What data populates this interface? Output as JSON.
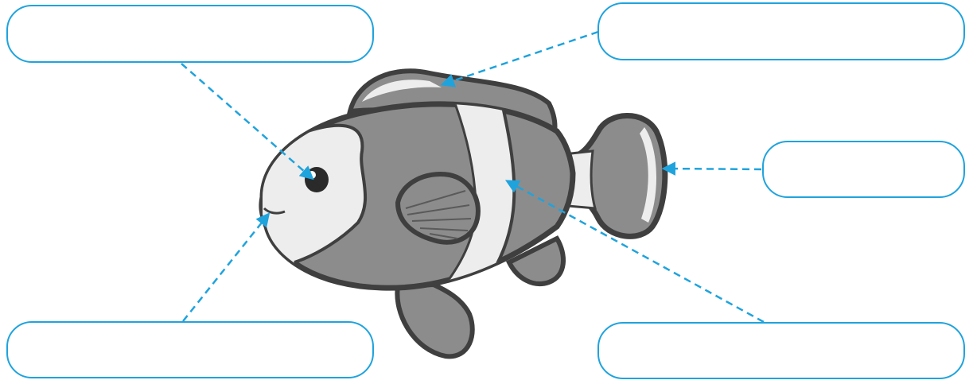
{
  "colors": {
    "pointer": "#1fa3dd",
    "box_border": "#1fa3dd",
    "fish_dark": "#3f3f3f",
    "fish_mid": "#8c8c8c",
    "fish_light": "#ededed"
  },
  "illustration": {
    "subject": "clownfish",
    "icon": "fish-icon"
  },
  "label_boxes": [
    {
      "id": "top-left",
      "text": ""
    },
    {
      "id": "top-right",
      "text": ""
    },
    {
      "id": "mid-right",
      "text": ""
    },
    {
      "id": "bottom-left",
      "text": ""
    },
    {
      "id": "bottom-right",
      "text": ""
    }
  ]
}
